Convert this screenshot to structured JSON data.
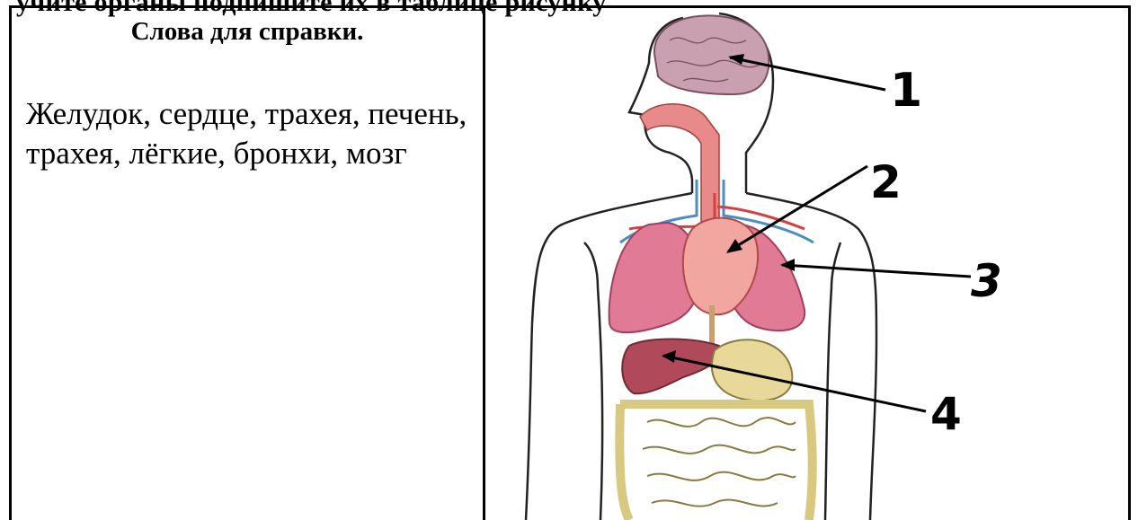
{
  "heading": "учите органы подпишите их в таблице рисунку",
  "words_title": "Слова для справки.",
  "words_list": "Желудок, сердце, трахея, печень, трахея, лёгкие, бронхи, мозг",
  "labels": [
    "1",
    "2",
    "3",
    "4"
  ],
  "colors": {
    "lung": "#e07a95",
    "heart": "#f2a6a0",
    "liver": "#b04a5a",
    "stomach": "#e8d99a",
    "brain": "#c9a0b0",
    "intestine": "#f1e9c0"
  }
}
